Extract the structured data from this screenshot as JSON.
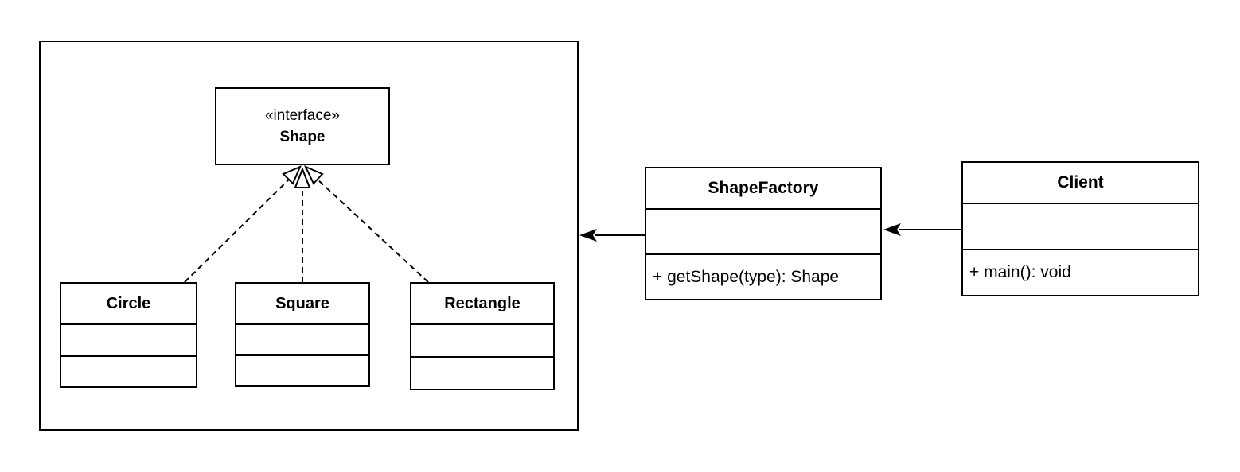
{
  "colors": {
    "stroke": "#000000",
    "fill": "#ffffff",
    "background": "#ffffff"
  },
  "nodes": {
    "shape_interface": {
      "stereotype": "«interface»",
      "name": "Shape"
    },
    "implementations": [
      {
        "name": "Circle"
      },
      {
        "name": "Square"
      },
      {
        "name": "Rectangle"
      }
    ],
    "shape_factory": {
      "name": "ShapeFactory",
      "method": "+ getShape(type): Shape"
    },
    "client": {
      "name": "Client",
      "method": "+ main(): void"
    }
  },
  "edges": [
    {
      "from": "Circle",
      "to": "Shape",
      "type": "realization",
      "style": "dashed-hollow-triangle"
    },
    {
      "from": "Square",
      "to": "Shape",
      "type": "realization",
      "style": "dashed-hollow-triangle"
    },
    {
      "from": "Rectangle",
      "to": "Shape",
      "type": "realization",
      "style": "dashed-hollow-triangle"
    },
    {
      "from": "ShapeFactory",
      "to": "shapes-group",
      "type": "dependency",
      "style": "solid-filled-arrow"
    },
    {
      "from": "Client",
      "to": "ShapeFactory",
      "type": "dependency",
      "style": "solid-filled-arrow"
    }
  ]
}
